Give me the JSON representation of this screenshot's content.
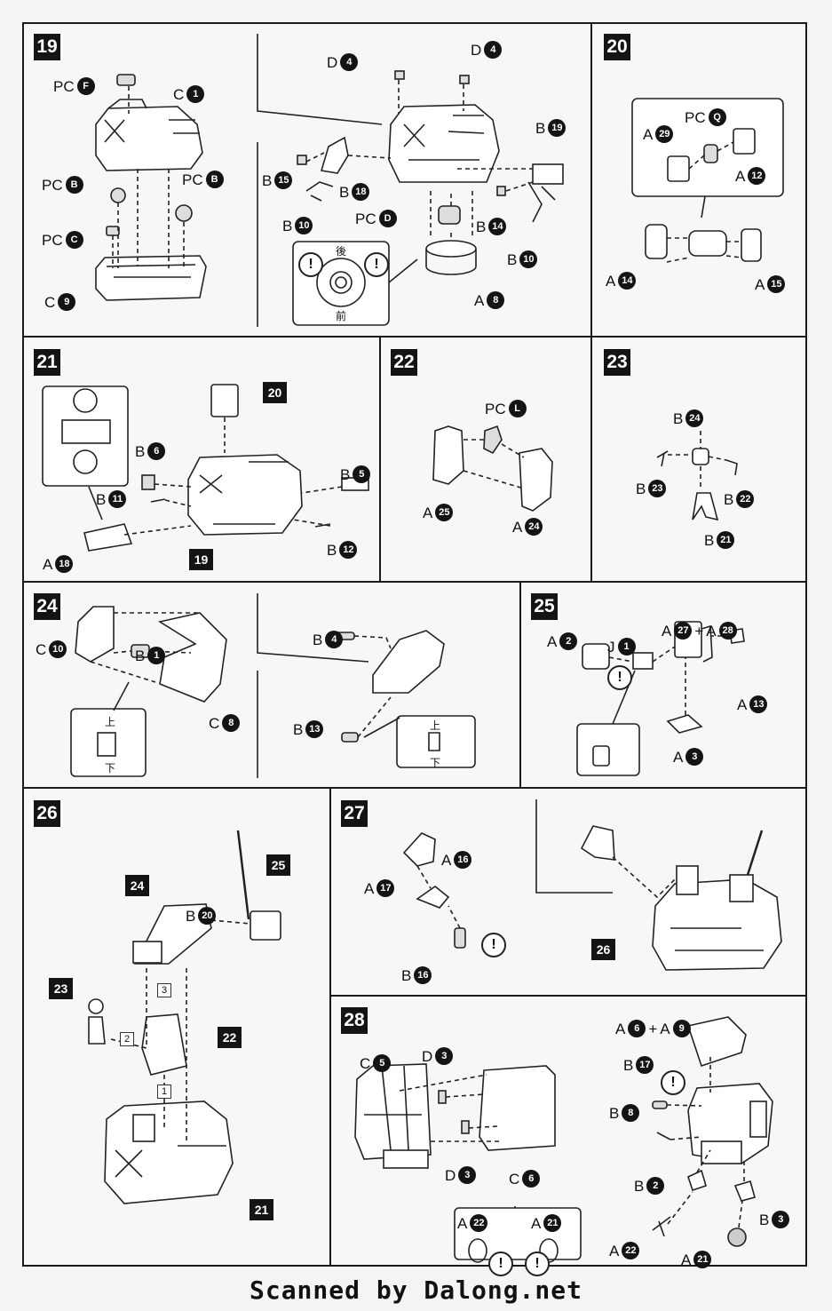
{
  "footer": {
    "credit": "Scanned by Dalong.net"
  },
  "steps": {
    "s19": "19",
    "s20": "20",
    "s21": "21",
    "s22": "22",
    "s23": "23",
    "s24": "24",
    "s25": "25",
    "s26": "26",
    "s27": "27",
    "s28": "28"
  },
  "glyphs": {
    "ok": "!",
    "back": "後",
    "front": "前",
    "up": "上",
    "down": "下",
    "plus": "+"
  },
  "p19": {
    "pcF": {
      "pre": "PC",
      "n": "F"
    },
    "c1": {
      "pre": "C",
      "n": "1"
    },
    "pcB1": {
      "pre": "PC",
      "n": "B"
    },
    "pcB2": {
      "pre": "PC",
      "n": "B"
    },
    "pcC": {
      "pre": "PC",
      "n": "C"
    },
    "c9": {
      "pre": "C",
      "n": "9"
    },
    "d4a": {
      "pre": "D",
      "n": "4"
    },
    "d4b": {
      "pre": "D",
      "n": "4"
    },
    "b19": {
      "pre": "B",
      "n": "19"
    },
    "b15": {
      "pre": "B",
      "n": "15"
    },
    "b18": {
      "pre": "B",
      "n": "18"
    },
    "b10a": {
      "pre": "B",
      "n": "10"
    },
    "pcD": {
      "pre": "PC",
      "n": "D"
    },
    "b14": {
      "pre": "B",
      "n": "14"
    },
    "b10b": {
      "pre": "B",
      "n": "10"
    },
    "a8": {
      "pre": "A",
      "n": "8"
    }
  },
  "p20": {
    "pcQ": {
      "pre": "PC",
      "n": "Q"
    },
    "a29": {
      "pre": "A",
      "n": "29"
    },
    "a12": {
      "pre": "A",
      "n": "12"
    },
    "a14": {
      "pre": "A",
      "n": "14"
    },
    "a15": {
      "pre": "A",
      "n": "15"
    }
  },
  "p21": {
    "sq20": "20",
    "sq19": "19",
    "b6": {
      "pre": "B",
      "n": "6"
    },
    "b5": {
      "pre": "B",
      "n": "5"
    },
    "b11": {
      "pre": "B",
      "n": "11"
    },
    "b12": {
      "pre": "B",
      "n": "12"
    },
    "a18": {
      "pre": "A",
      "n": "18"
    }
  },
  "p22": {
    "pcL": {
      "pre": "PC",
      "n": "L"
    },
    "a25": {
      "pre": "A",
      "n": "25"
    },
    "a24": {
      "pre": "A",
      "n": "24"
    }
  },
  "p23": {
    "b24": {
      "pre": "B",
      "n": "24"
    },
    "b23": {
      "pre": "B",
      "n": "23"
    },
    "b22": {
      "pre": "B",
      "n": "22"
    },
    "b21": {
      "pre": "B",
      "n": "21"
    }
  },
  "p24": {
    "c10": {
      "pre": "C",
      "n": "10"
    },
    "b1": {
      "pre": "B",
      "n": "1"
    },
    "c8": {
      "pre": "C",
      "n": "8"
    },
    "b4": {
      "pre": "B",
      "n": "4"
    },
    "b13": {
      "pre": "B",
      "n": "13"
    }
  },
  "p25": {
    "a27": {
      "pre": "A",
      "n": "27"
    },
    "a28": {
      "pre": "A",
      "n": "28"
    },
    "a2": {
      "pre": "A",
      "n": "2"
    },
    "j1": {
      "pre": "J",
      "n": "1"
    },
    "a13": {
      "pre": "A",
      "n": "13"
    },
    "a3": {
      "pre": "A",
      "n": "3"
    }
  },
  "p26": {
    "sq24": "24",
    "sq25": "25",
    "sq23": "23",
    "sq22": "22",
    "sq21": "21",
    "b20": {
      "pre": "B",
      "n": "20"
    },
    "o1": "1",
    "o2": "2",
    "o3": "3"
  },
  "p27": {
    "a16": {
      "pre": "A",
      "n": "16"
    },
    "a17": {
      "pre": "A",
      "n": "17"
    },
    "b16": {
      "pre": "B",
      "n": "16"
    },
    "sq26": "26"
  },
  "p28": {
    "c5": {
      "pre": "C",
      "n": "5"
    },
    "d3a": {
      "pre": "D",
      "n": "3"
    },
    "d3b": {
      "pre": "D",
      "n": "3"
    },
    "c6": {
      "pre": "C",
      "n": "6"
    },
    "a6": {
      "pre": "A",
      "n": "6"
    },
    "a9": {
      "pre": "A",
      "n": "9"
    },
    "b17": {
      "pre": "B",
      "n": "17"
    },
    "b8": {
      "pre": "B",
      "n": "8"
    },
    "b2": {
      "pre": "B",
      "n": "2"
    },
    "b3": {
      "pre": "B",
      "n": "3"
    },
    "a22": {
      "pre": "A",
      "n": "22"
    },
    "a21": {
      "pre": "A",
      "n": "21"
    },
    "a22b": {
      "pre": "A",
      "n": "22"
    },
    "a21b": {
      "pre": "A",
      "n": "21"
    }
  }
}
